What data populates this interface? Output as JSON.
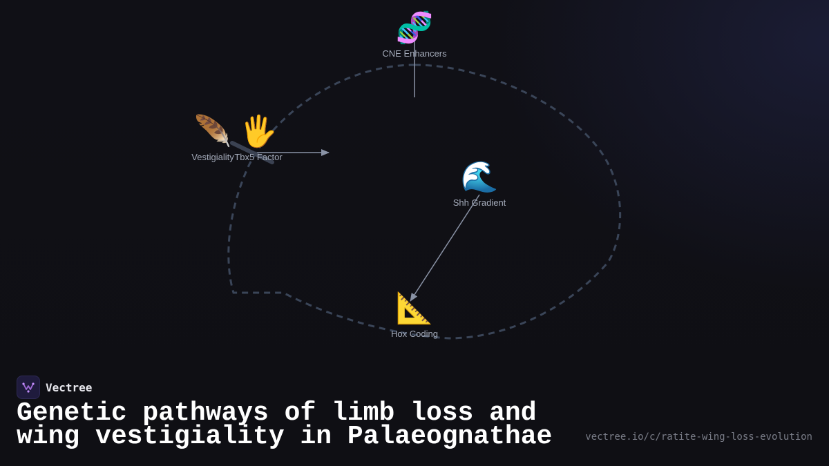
{
  "diagram": {
    "nodes": [
      {
        "id": "cne",
        "icon": "dna-icon",
        "glyph": "🧬",
        "label": "CNE Enhancers"
      },
      {
        "id": "vest",
        "icon": "feather-icon",
        "glyph": "🪶",
        "label": "Vestigiality"
      },
      {
        "id": "tbx5",
        "icon": "hand-icon",
        "glyph": "🖐",
        "label": "Tbx5 Factor"
      },
      {
        "id": "shh",
        "icon": "wave-icon",
        "glyph": "🌊",
        "label": "Shh Gradient"
      },
      {
        "id": "hox",
        "icon": "triangular-ruler-icon",
        "glyph": "📐",
        "label": "Hox Coding"
      }
    ],
    "edges": [
      {
        "from": "cne",
        "to": "tbx5",
        "style": "line"
      },
      {
        "from": "tbx5",
        "to": "shh",
        "style": "arrow"
      },
      {
        "from": "shh",
        "to": "hox",
        "style": "arrow"
      },
      {
        "from": "tbx5",
        "to": "vest",
        "style": "inhibit"
      }
    ],
    "colors": {
      "edge": "#8a93a6",
      "inhibit": "#3b4252",
      "boundary": "#3a4558"
    }
  },
  "brand": {
    "name": "Vectree",
    "logo_icon": "vectree-logo-icon",
    "logo_color": "#a06ad8"
  },
  "title": "Genetic pathways of limb loss and wing vestigiality in Palaeognathae",
  "url": "vectree.io/c/ratite-wing-loss-evolution"
}
